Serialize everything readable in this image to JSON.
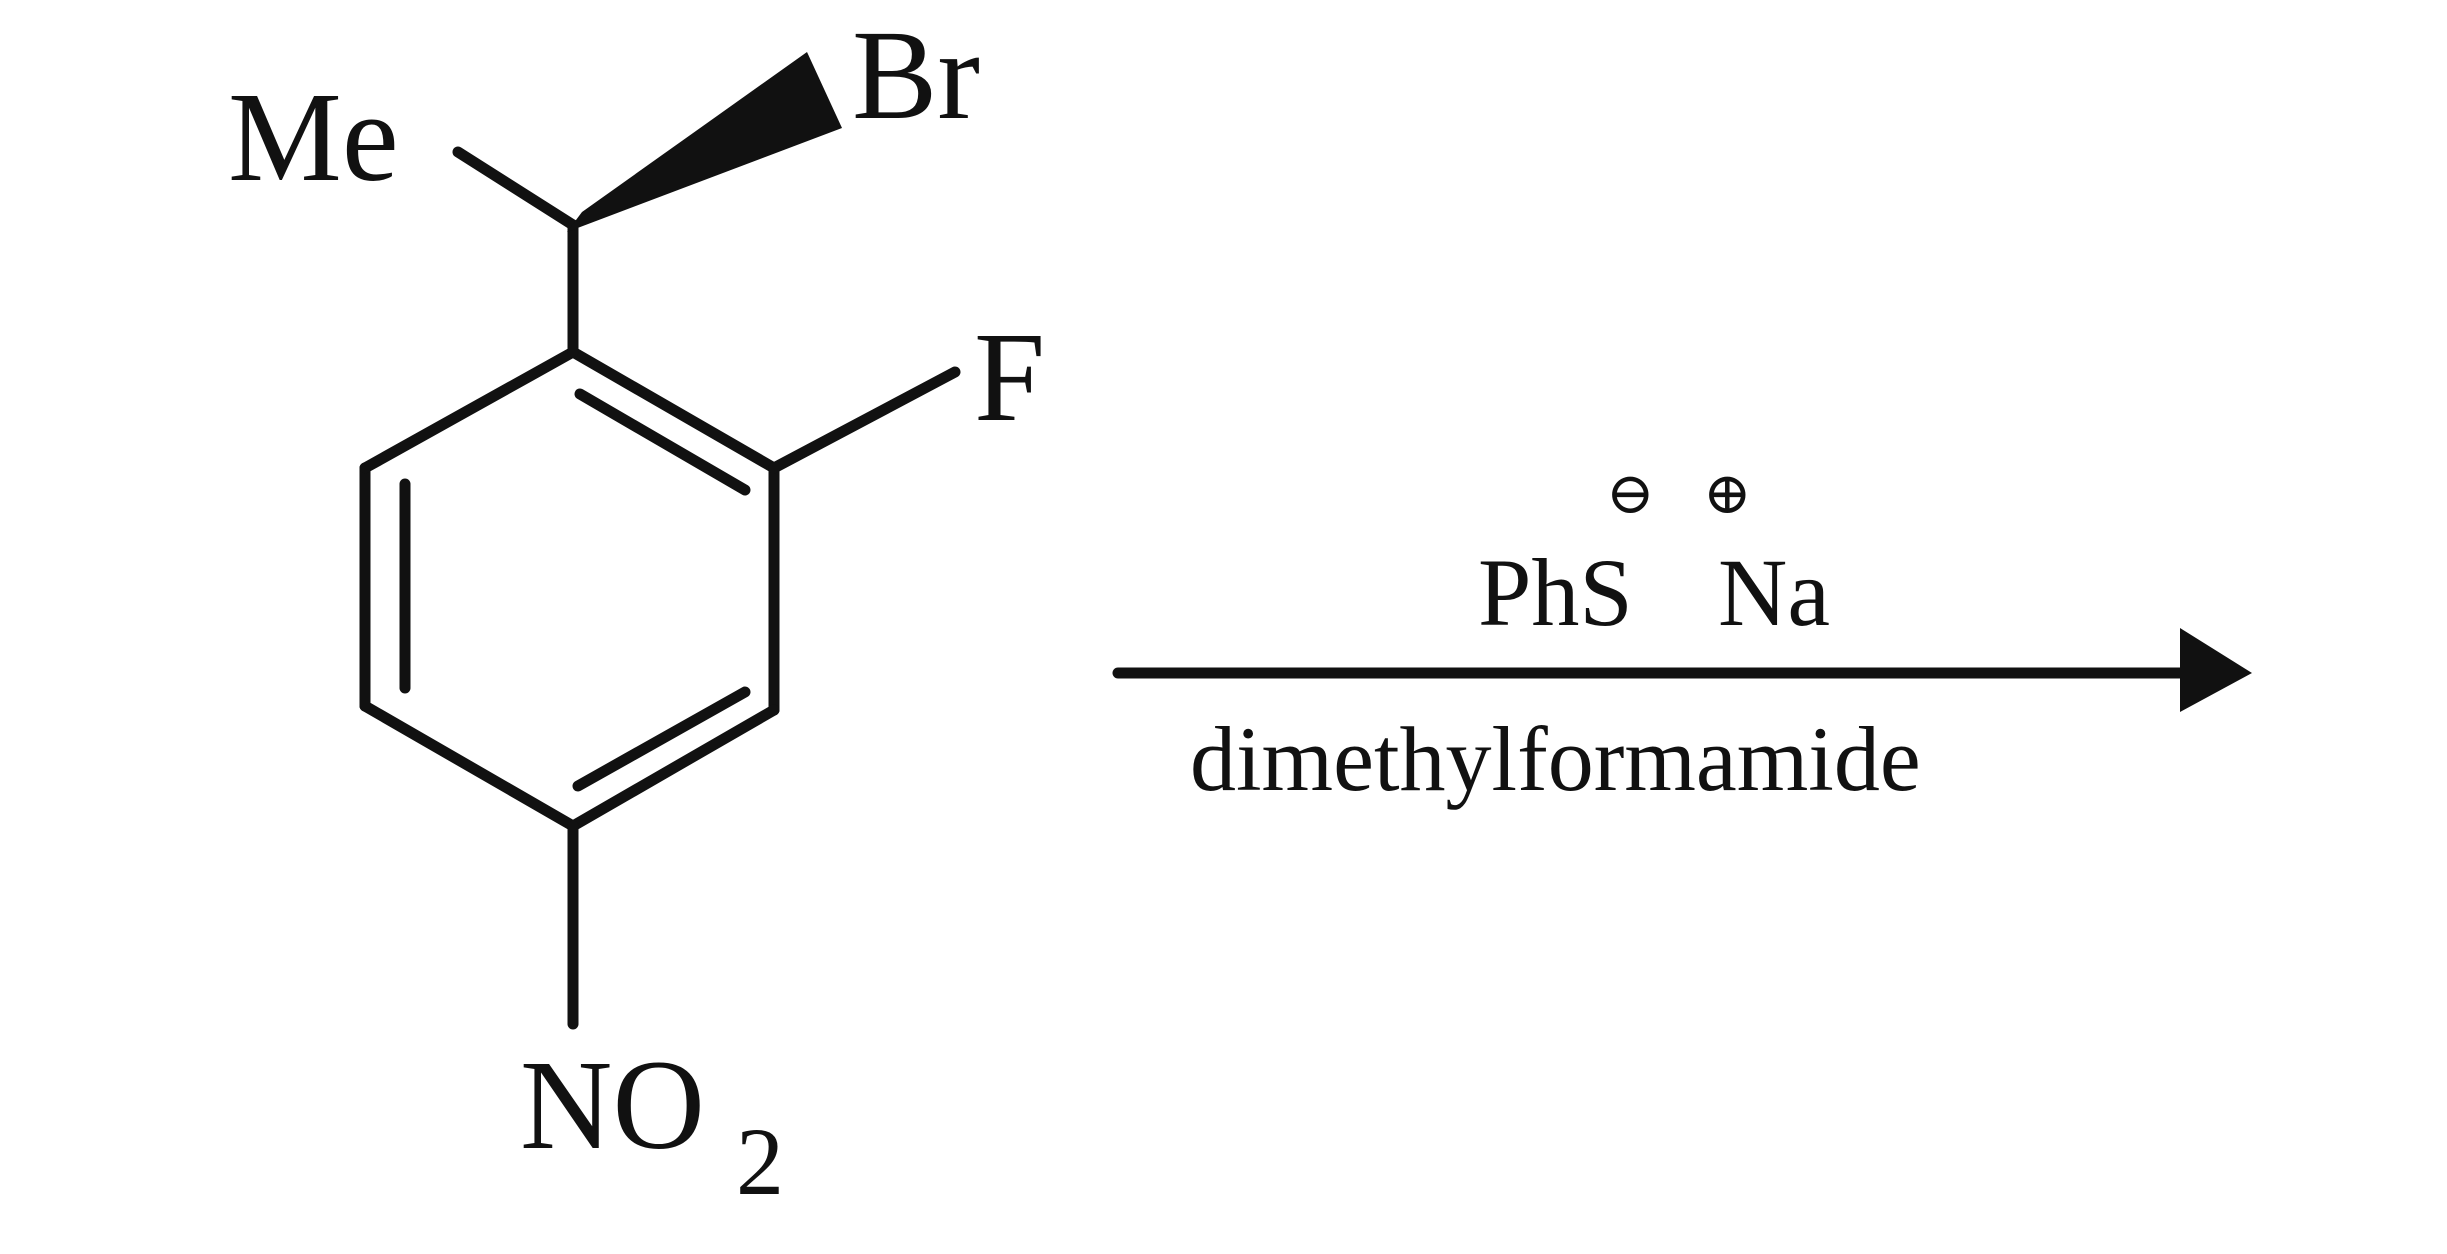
{
  "molecule": {
    "substituents": {
      "methyl": "Me",
      "bromo": "Br",
      "fluoro": "F",
      "nitro_main": "NO",
      "nitro_subscript": "2"
    },
    "stereo_bond": "wedge"
  },
  "reaction": {
    "reagent": {
      "anion": "PhS",
      "anion_charge": "⊖",
      "cation": "Na",
      "cation_charge": "⊕"
    },
    "solvent": "dimethylformamide",
    "arrow": "right-arrow"
  }
}
